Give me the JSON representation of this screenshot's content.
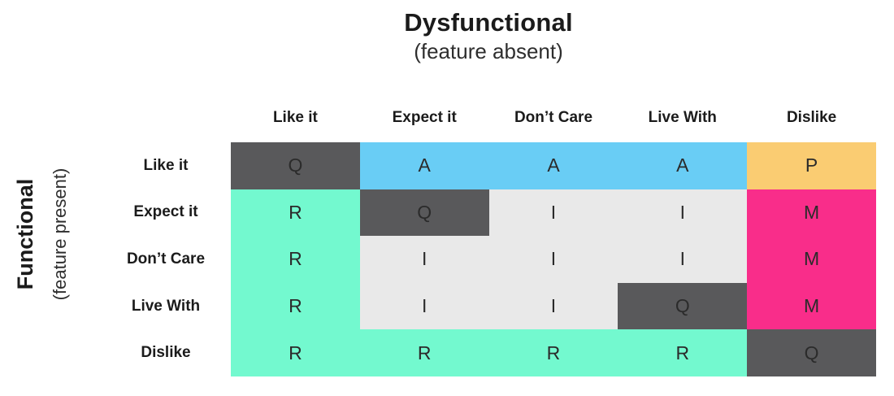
{
  "x_axis": {
    "title": "Dysfunctional",
    "subtitle": "(feature absent)"
  },
  "y_axis": {
    "title": "Functional",
    "subtitle": "(feature present)"
  },
  "columns": [
    "Like it",
    "Expect it",
    "Don’t Care",
    "Live With",
    "Dislike"
  ],
  "rows": [
    "Like it",
    "Expect it",
    "Don’t Care",
    "Live With",
    "Dislike"
  ],
  "matrix": [
    [
      "Q",
      "A",
      "A",
      "A",
      "P"
    ],
    [
      "R",
      "Q",
      "I",
      "I",
      "M"
    ],
    [
      "R",
      "I",
      "I",
      "I",
      "M"
    ],
    [
      "R",
      "I",
      "I",
      "Q",
      "M"
    ],
    [
      "R",
      "R",
      "R",
      "R",
      "Q"
    ]
  ],
  "category_colors": {
    "Q": "#59595B",
    "A": "#69CDF5",
    "P": "#FACC72",
    "R": "#73F9CF",
    "I": "#E9E9E9",
    "M": "#F92D8A"
  },
  "cell_text_color": "#2b2b2b"
}
